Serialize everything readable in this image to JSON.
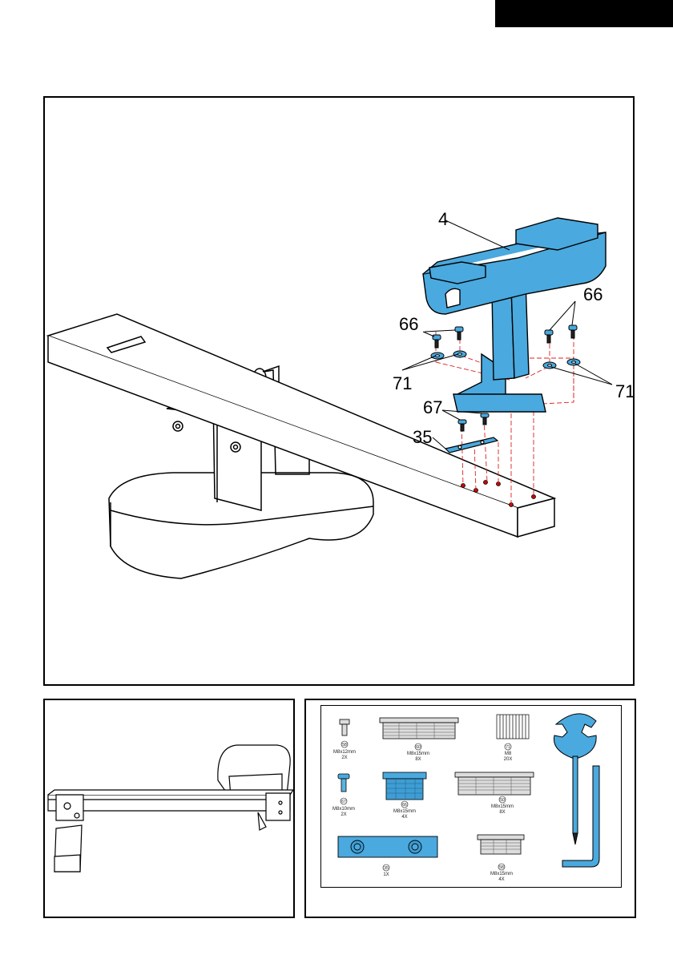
{
  "diagram": {
    "callouts": {
      "part_4": "4",
      "part_66_left": "66",
      "part_66_right": "66",
      "part_71_left": "71",
      "part_71_right": "71",
      "part_67": "67",
      "part_35": "35"
    }
  },
  "hardware": {
    "items": [
      {
        "num": "58",
        "size": "M8x12mm",
        "qty": "2X"
      },
      {
        "num": "60",
        "size": "M8x15mm",
        "qty": "8X"
      },
      {
        "num": "71",
        "size": "M8",
        "qty": "20X"
      },
      {
        "num": "67",
        "size": "M8x10mm",
        "qty": "2X"
      },
      {
        "num": "66",
        "size": "M8x15mm",
        "qty": "4X"
      },
      {
        "num": "50",
        "size": "M8x15mm",
        "qty": "8X"
      },
      {
        "num": "35",
        "size": "",
        "qty": "1X"
      },
      {
        "num": "58",
        "size": "M8x15mm",
        "qty": "4X"
      }
    ]
  },
  "colors": {
    "highlight_blue": "#4aa9de",
    "line": "#000000"
  }
}
